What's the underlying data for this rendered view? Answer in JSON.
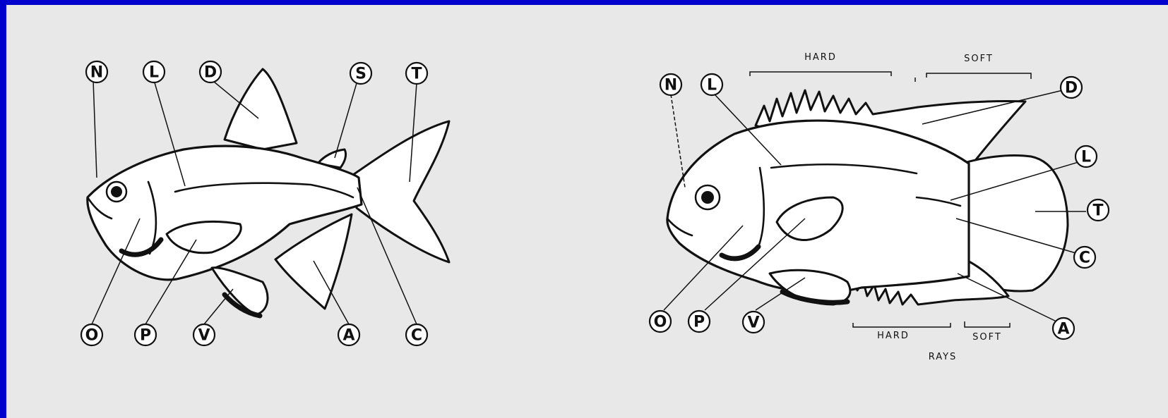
{
  "colors": {
    "frame": "#0000cc",
    "panel": "#e8e8e8",
    "ink": "#111111",
    "fill": "#ffffff"
  },
  "fish1": {
    "labels": [
      "N",
      "L",
      "D",
      "S",
      "T",
      "O",
      "P",
      "V",
      "A",
      "C"
    ]
  },
  "fish2": {
    "labels": [
      "N",
      "L",
      "D",
      "L",
      "T",
      "C",
      "A",
      "O",
      "P",
      "V"
    ],
    "dorsal_hard": "HARD",
    "dorsal_soft": "SOFT",
    "anal_hard": "HARD",
    "anal_soft": "SOFT",
    "rays": "RAYS"
  }
}
